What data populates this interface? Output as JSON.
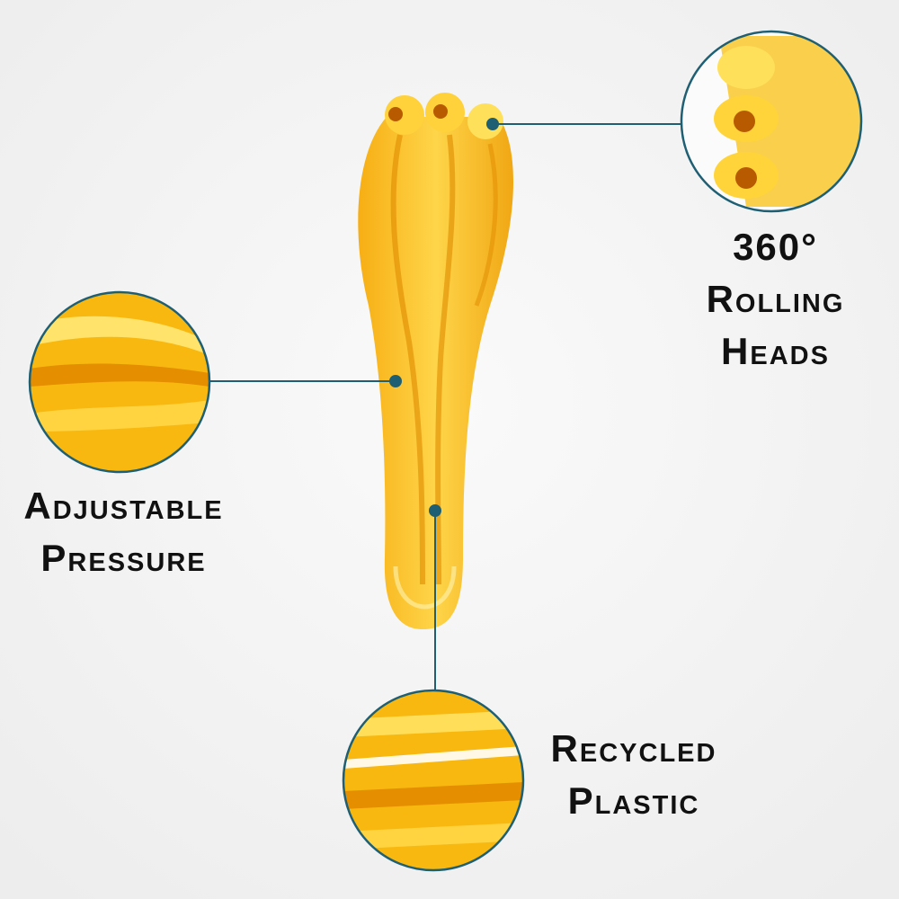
{
  "features": [
    {
      "line1": "360° Rolling",
      "line2": "Heads"
    },
    {
      "line1": "Adjustable",
      "line2": "Pressure"
    },
    {
      "line1": "Recycled",
      "line2": "Plastic"
    }
  ],
  "colors": {
    "accent": "#1f5f73",
    "product": "#f5b40a",
    "background": "#f6f6f6"
  }
}
